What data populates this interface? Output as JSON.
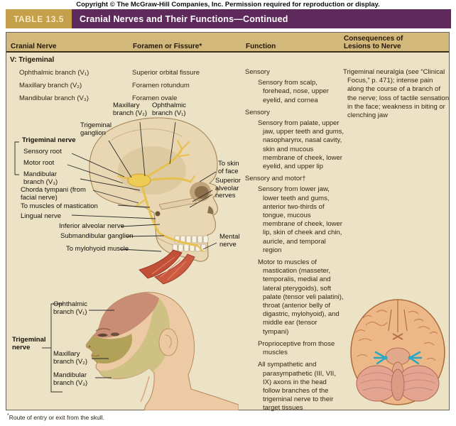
{
  "copyright": "Copyright © The McGraw-Hill Companies, Inc. Permission required for reproduction or display.",
  "table": {
    "label": "TABLE 13.5",
    "title": "Cranial Nerves and Their Functions—Continued",
    "columns": {
      "c1": "Cranial Nerve",
      "c2": "Foramen or Fissure*",
      "c3": "Function",
      "c4": "Consequences of Lesions to Nerve"
    },
    "group": "V: Trigeminal",
    "branches": [
      {
        "name": "Ophthalmic branch (V₁)",
        "foramen": "Superior orbital fissure"
      },
      {
        "name": "Maxillary branch (V₂)",
        "foramen": "Foramen rotundum"
      },
      {
        "name": "Mandibular branch (V₃)",
        "foramen": "Foramen ovale"
      }
    ],
    "functions": [
      {
        "kind": "heading",
        "text": "Sensory"
      },
      {
        "kind": "para",
        "text": "Sensory from scalp, forehead, nose, upper eyelid, and cornea"
      },
      {
        "kind": "heading",
        "text": "Sensory"
      },
      {
        "kind": "para",
        "text": "Sensory from palate, upper jaw, upper teeth and gums, nasopharynx, nasal cavity, skin and mucous membrane of cheek, lower eyelid, and upper lip"
      },
      {
        "kind": "heading",
        "text": "Sensory and motor†"
      },
      {
        "kind": "para",
        "text": "Sensory from lower jaw, lower teeth and gums, anterior two-thirds of tongue, mucous membrane of cheek, lower lip, skin of cheek and chin, auricle, and temporal region"
      },
      {
        "kind": "para",
        "text": "Motor to muscles of mastication (masseter, temporalis, medial and lateral pterygoids), soft palate (tensor veli palatini), throat (anterior belly of digastric, mylohyoid), and middle ear (tensor tympani)"
      },
      {
        "kind": "para",
        "text": "Proprioceptive from those muscles"
      },
      {
        "kind": "para",
        "text": "All sympathetic and parasympathetic (III, VII, IX) axons in the head follow branches of the trigeminal nerve to their target tissues"
      }
    ],
    "consequences": "Trigeminal neuralgia (see “Clinical Focus,” p. 471); intense pain along the course of a branch of the nerve; loss of tactile sensation in the face; weakness in biting or clenching jaw"
  },
  "skull_labels": [
    {
      "text": "Maxillary branch (V₂)"
    },
    {
      "text": "Ophthalmic branch (V₁)"
    },
    {
      "text": "Trigeminal ganglion"
    },
    {
      "text": "Trigeminal nerve"
    },
    {
      "text": "Sensory root"
    },
    {
      "text": "Motor root"
    },
    {
      "text": "Mandibular branch (V₃)"
    },
    {
      "text": "Chorda tympani (from facial nerve)"
    },
    {
      "text": "To muscles of mastication"
    },
    {
      "text": "Lingual nerve"
    },
    {
      "text": "Inferior alveolar nerve"
    },
    {
      "text": "Submandibular ganglion"
    },
    {
      "text": "To mylohyoid muscle"
    },
    {
      "text": "To skin of face"
    },
    {
      "text": "Superior alveolar nerves"
    },
    {
      "text": "Mental nerve"
    }
  ],
  "head_labels": [
    {
      "text": "Trigeminal nerve"
    },
    {
      "text": "Ophthalmic branch (V₁)"
    },
    {
      "text": "Maxillary branch (V₂)"
    },
    {
      "text": "Mandibular branch (V₃)"
    }
  ],
  "footnote": {
    "marker": "*",
    "text": "Route of entry or exit from the skull."
  },
  "colors": {
    "banner_purple": "#5e2a5c",
    "badge_gold": "#c5a04b",
    "header_tan": "#d3b87c",
    "body_cream": "#ece3c6",
    "bone": "#e9d7b3",
    "nerve_yellow": "#e7c14e",
    "muscle_red": "#c24f37",
    "zone_v1_pink": "#c98c74",
    "zone_v2_olive": "#b1a159",
    "zone_v3_khaki": "#cfc083",
    "brain_tan": "#ecb888",
    "cerebellum_pink": "#e3a492",
    "trigeminal_blue": "#2aa7c4"
  }
}
